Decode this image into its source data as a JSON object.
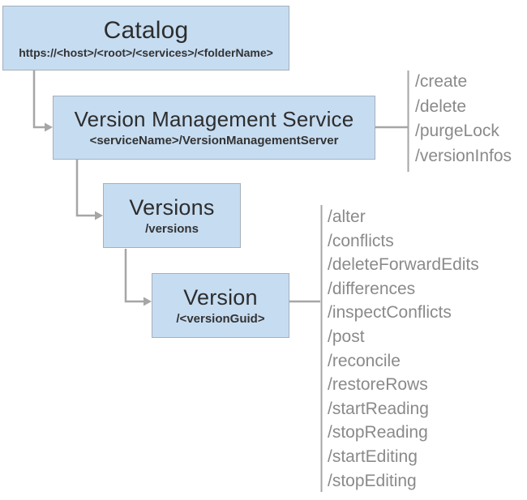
{
  "colors": {
    "box_fill": "#c6dcf1",
    "box_border": "#a5b0ba",
    "connector": "#a6a6a6",
    "ops_text": "#8a8a8a",
    "title_text": "#2d2d2d"
  },
  "nodes": {
    "catalog": {
      "title": "Catalog",
      "subtitle": "https://<host>/<root>/<services>/<folderName>"
    },
    "vms": {
      "title": "Version Management Service",
      "subtitle": "<serviceName>/VersionManagementServer"
    },
    "versions": {
      "title": "Versions",
      "subtitle": "/versions"
    },
    "version": {
      "title": "Version",
      "subtitle": "/<versionGuid>"
    }
  },
  "vms_ops": [
    "/create",
    "/delete",
    "/purgeLock",
    "/versionInfos"
  ],
  "version_ops": [
    "/alter",
    "/conflicts",
    "/deleteForwardEdits",
    "/differences",
    "/inspectConflicts",
    "/post",
    "/reconcile",
    "/restoreRows",
    "/startReading",
    "/stopReading",
    "/startEditing",
    "/stopEditing"
  ]
}
